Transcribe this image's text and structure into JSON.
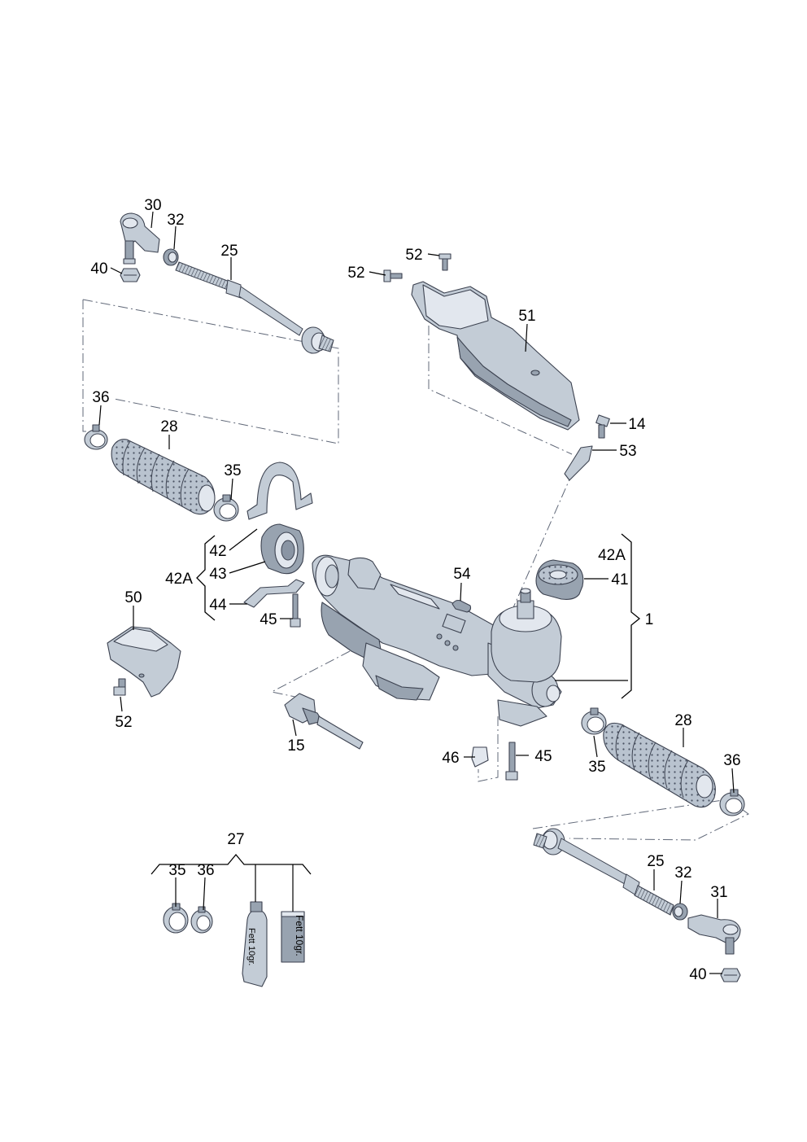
{
  "labels": [
    {
      "id": "30a",
      "text": "30"
    },
    {
      "id": "32a",
      "text": "32"
    },
    {
      "id": "40a",
      "text": "40"
    },
    {
      "id": "25a",
      "text": "25"
    },
    {
      "id": "52a",
      "text": "52"
    },
    {
      "id": "52b",
      "text": "52"
    },
    {
      "id": "51",
      "text": "51"
    },
    {
      "id": "36a",
      "text": "36"
    },
    {
      "id": "28a",
      "text": "28"
    },
    {
      "id": "14",
      "text": "14"
    },
    {
      "id": "53",
      "text": "53"
    },
    {
      "id": "35a",
      "text": "35"
    },
    {
      "id": "42",
      "text": "42"
    },
    {
      "id": "42Aa",
      "text": "42A"
    },
    {
      "id": "43",
      "text": "43"
    },
    {
      "id": "44",
      "text": "44"
    },
    {
      "id": "45a",
      "text": "45"
    },
    {
      "id": "54",
      "text": "54"
    },
    {
      "id": "42Ab",
      "text": "42A"
    },
    {
      "id": "41",
      "text": "41"
    },
    {
      "id": "1",
      "text": "1"
    },
    {
      "id": "50",
      "text": "50"
    },
    {
      "id": "52c",
      "text": "52"
    },
    {
      "id": "15",
      "text": "15"
    },
    {
      "id": "46",
      "text": "46"
    },
    {
      "id": "45b",
      "text": "45"
    },
    {
      "id": "35b",
      "text": "35"
    },
    {
      "id": "28b",
      "text": "28"
    },
    {
      "id": "36b",
      "text": "36"
    },
    {
      "id": "27",
      "text": "27"
    },
    {
      "id": "35c",
      "text": "35"
    },
    {
      "id": "36c",
      "text": "36"
    },
    {
      "id": "25b",
      "text": "25"
    },
    {
      "id": "32b",
      "text": "32"
    },
    {
      "id": "31",
      "text": "31"
    },
    {
      "id": "40b",
      "text": "40"
    }
  ],
  "grease_package_text": "Fett 10gr.",
  "grease_tube_text": "Fett 10gr."
}
